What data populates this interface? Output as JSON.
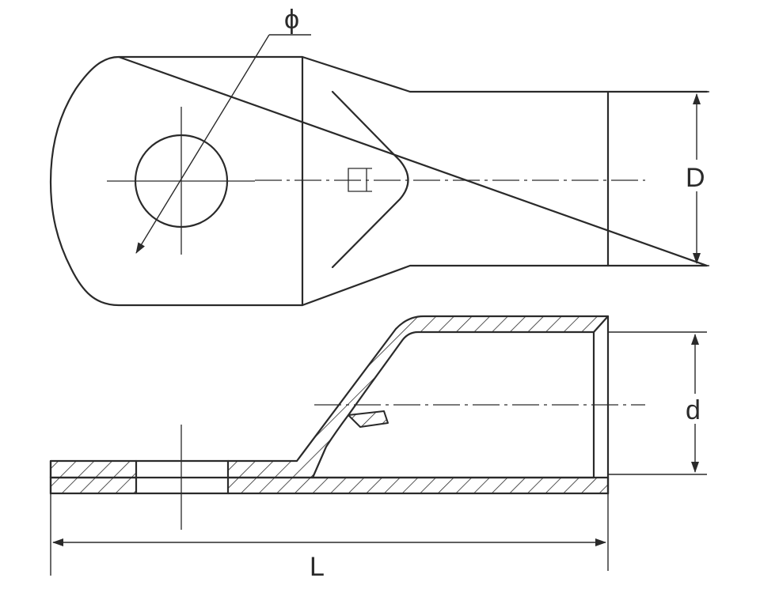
{
  "labels": {
    "diameter": "ϕ",
    "outer_diameter": "D",
    "inner_diameter": "d",
    "length": "L"
  }
}
